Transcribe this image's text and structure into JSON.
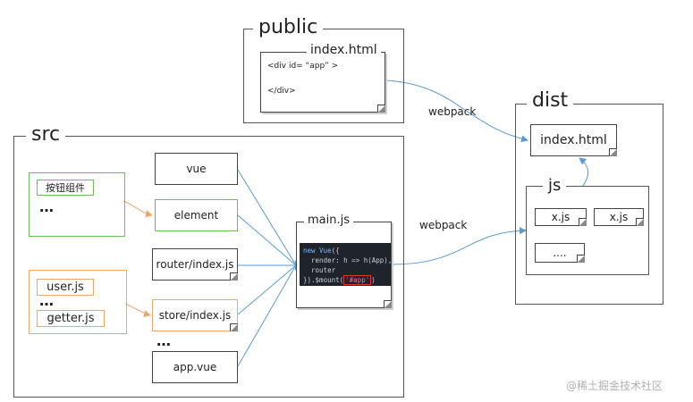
{
  "groups": {
    "public": "public",
    "src": "src",
    "dist": "dist",
    "js": "js"
  },
  "public_doc": {
    "title": "index.html",
    "line1": "<div id= “app” >",
    "line2": "</div>"
  },
  "src_items": {
    "button_component": "按钮组件",
    "ellipsis_a": "…",
    "user_js": "user.js",
    "ellipsis_b": "…",
    "getter_js": "getter.js",
    "vue": "vue",
    "element": "element",
    "router": "router/index.js",
    "store": "store/index.js",
    "ellipsis_c": "…",
    "app_vue": "app.vue"
  },
  "main_js": {
    "title": "main.js",
    "code_line1_kw": "new Vue",
    "code_line1_rest": "({",
    "code_line2": "  render: h => h(App),",
    "code_line3": "  router",
    "code_line4_pre": "}).$mount(",
    "code_line4_hl": "'#app'",
    "code_line4_post": ")"
  },
  "edges": {
    "webpack_top": "webpack",
    "webpack_bottom": "webpack"
  },
  "dist_items": {
    "index_html": "index.html",
    "xjs_1": "x.js",
    "xjs_2": "x.js",
    "dots": "...."
  },
  "watermark": "@稀土掘金技术社区",
  "colors": {
    "arrow_blue": "#5b9bd5",
    "arrow_orange": "#f0a56b",
    "border_green": "#6bbf59",
    "border_orange": "#f0a56b"
  }
}
